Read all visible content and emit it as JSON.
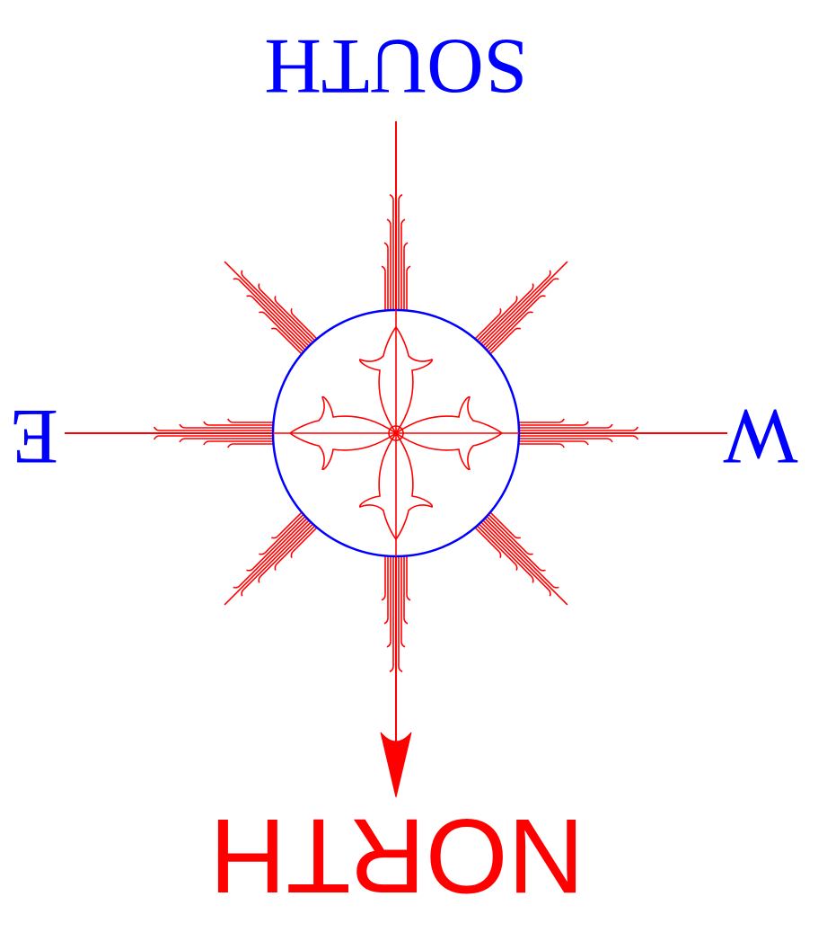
{
  "labels": {
    "north": "NORTH",
    "south": "SOUTH",
    "east": "E",
    "west": "W"
  },
  "colors": {
    "rose": "#ff0000",
    "ring": "#0000ff",
    "south_text": "#0000ff",
    "east_text": "#0000ff",
    "west_text": "#0000ff",
    "north_text": "#ff0000",
    "background": "#ffffff"
  },
  "icons": {
    "center": "cross-fleury-icon",
    "pointer": "arrowhead-icon"
  }
}
